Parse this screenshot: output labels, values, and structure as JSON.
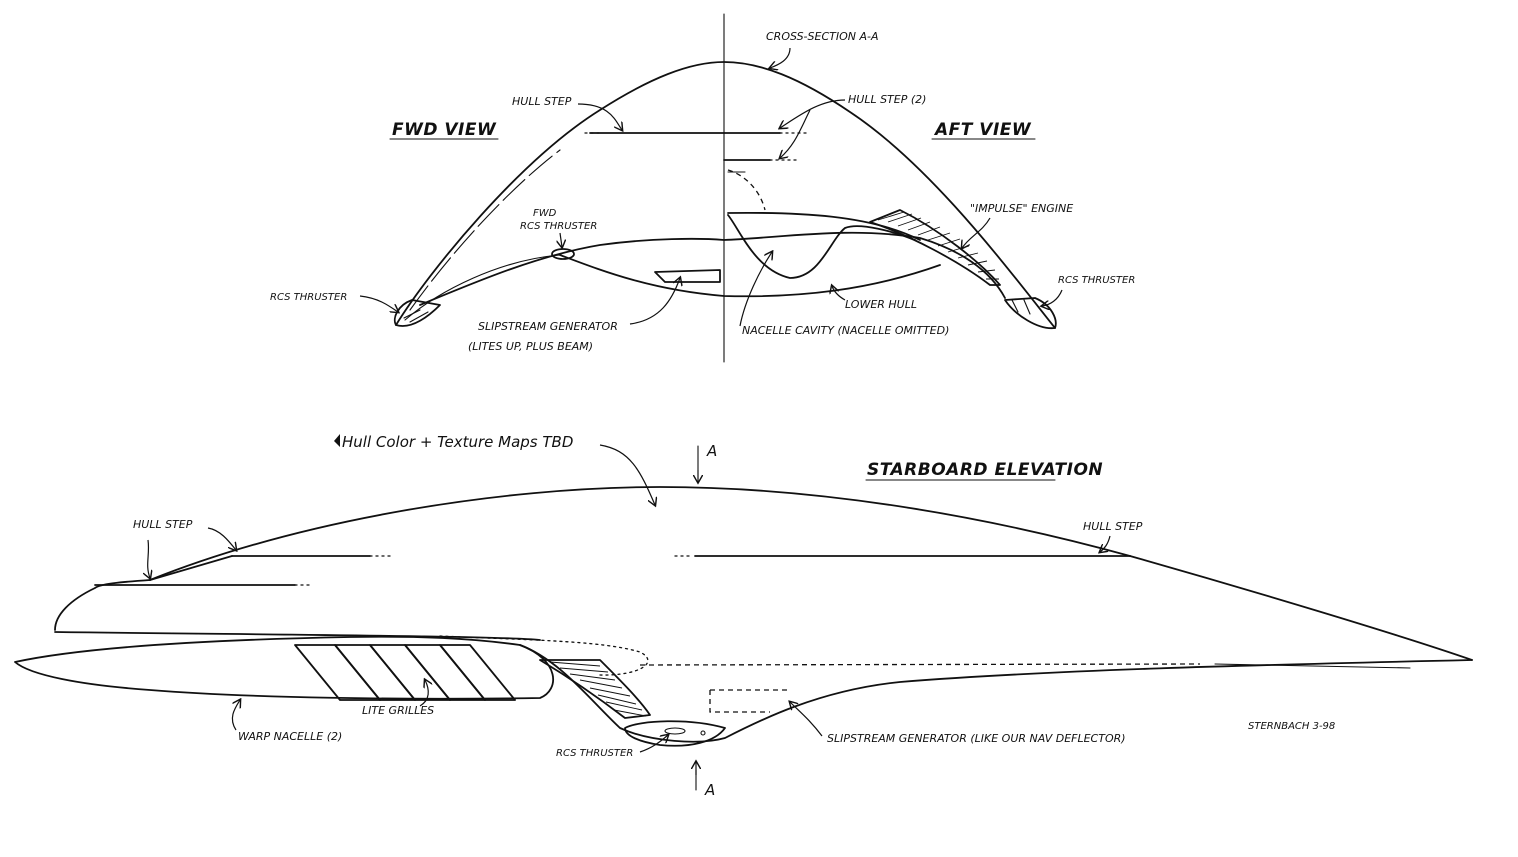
{
  "views": {
    "fwd_view": "FWD VIEW",
    "aft_view": "AFT VIEW",
    "starboard_elevation": "STARBOARD ELEVATION"
  },
  "labels": {
    "cross_section": "CROSS-SECTION A-A",
    "hull_step_top": "HULL STEP",
    "hull_step_2": "HULL STEP (2)",
    "fwd_rcs_line1": "FWD",
    "fwd_rcs_line2": "RCS THRUSTER",
    "rcs_thruster_left": "RCS THRUSTER",
    "impulse_engine": "\"IMPULSE\" ENGINE",
    "rcs_thruster_right": "RCS THRUSTER",
    "lower_hull": "LOWER HULL",
    "slipstream_gen_top_line1": "SLIPSTREAM GENERATOR",
    "slipstream_gen_top_line2": "(LITES UP, PLUS BEAM)",
    "nacelle_cavity": "NACELLE CAVITY (NACELLE OMITTED)",
    "hull_color_note": "Hull Color + Texture Maps TBD",
    "section_a_top": "A",
    "section_a_bottom": "A",
    "hull_step_left": "HULL STEP",
    "hull_step_right": "HULL STEP",
    "lite_grilles": "LITE GRILLES",
    "warp_nacelle": "WARP NACELLE (2)",
    "rcs_thruster_bottom": "RCS THRUSTER",
    "slipstream_gen_bottom": "SLIPSTREAM GENERATOR (LIKE OUR NAV DEFLECTOR)",
    "signature": "STERNBACH 3-98"
  }
}
